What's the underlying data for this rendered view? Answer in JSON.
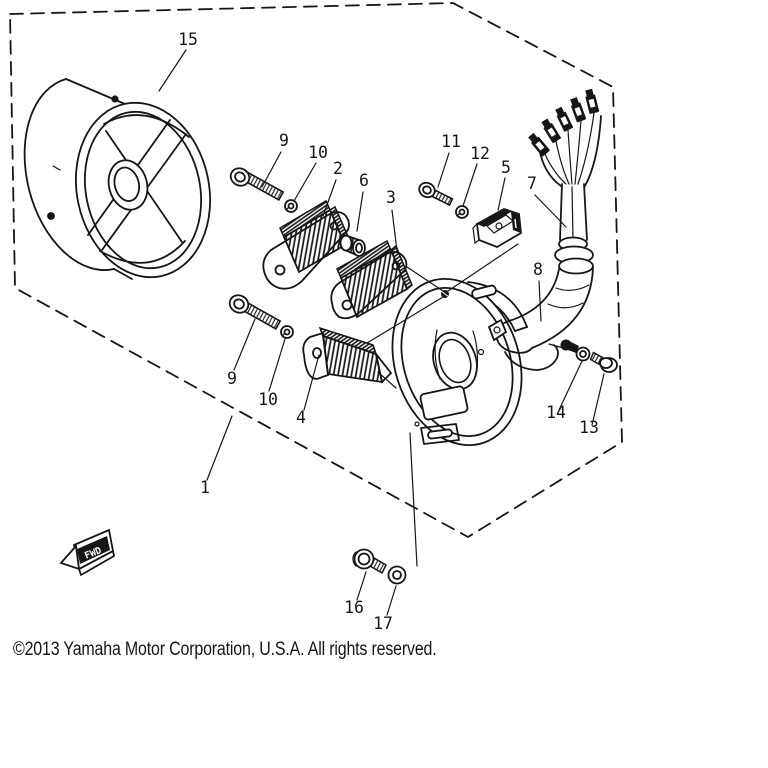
{
  "page": {
    "background_color": "#ffffff",
    "line_color": "#161616"
  },
  "diagram": {
    "fwd_marker_label": "FWD",
    "callouts": [
      {
        "label": "15"
      },
      {
        "label": "9"
      },
      {
        "label": "10"
      },
      {
        "label": "2"
      },
      {
        "label": "6"
      },
      {
        "label": "3"
      },
      {
        "label": "11"
      },
      {
        "label": "12"
      },
      {
        "label": "5"
      },
      {
        "label": "7"
      },
      {
        "label": "8"
      },
      {
        "label": "9"
      },
      {
        "label": "10"
      },
      {
        "label": "4"
      },
      {
        "label": "1"
      },
      {
        "label": "14"
      },
      {
        "label": "13"
      },
      {
        "label": "16"
      },
      {
        "label": "17"
      }
    ]
  },
  "footer": {
    "copyright": "©2013 Yamaha Motor Corporation, U.S.A. All rights reserved."
  }
}
